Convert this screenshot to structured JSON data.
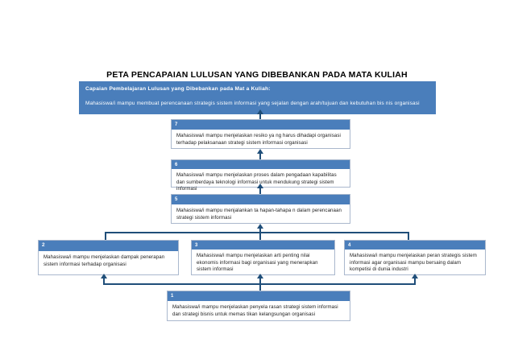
{
  "page": {
    "title": "PETA PENCAPAIAN LULUSAN YANG DIBEBANKAN PADA MATA KULIAH"
  },
  "banner": {
    "heading": "Capaian  Pembelajaran  Lulusan  yang  Dibebankan  pada  Mat a  Kuliah:",
    "description": "Mahasiswa/i  mampu  membuat  perencanaan strategis sistem  informasi  yang sejalan dengan arah/tujuan  dan  kebutuhan  bis nis  organisasi"
  },
  "colors": {
    "node_header": "#4a7ebb",
    "connector": "#1f4e79",
    "node_border": "#aab8cd",
    "node_body": "#ffffff",
    "title_text": "#000000"
  },
  "nodes": [
    {
      "id": "7",
      "number": "7",
      "text": "Mahasiswa/i mampu menjelaskan resiko ya ng harus dihadapi organisasi terhadap pelaksanaan strategi sistem informasi organisasi"
    },
    {
      "id": "6",
      "number": "6",
      "text": "Mahasiswa/i mampu menjelaskan proses dalam pengadaan kapabilitas dan sumberdaya teknologi informasi untuk mendukung strategi sistem informasi"
    },
    {
      "id": "5",
      "number": "5",
      "text": "Mahasiswa/i mampu menjalankan ta hapan-tahapa n dalam perencanaan strategi sistem informasi"
    },
    {
      "id": "2",
      "number": "2",
      "text": "Mahasiswa/i mampu menjelaskan dampak penerapan sistem informasi terhadap organisasi"
    },
    {
      "id": "3",
      "number": "3",
      "text": "Mahasiswa/i mampu menjelaskan arti penting nilai ekonomis informasi bagi organisasi yang menerapkan sistem informasi"
    },
    {
      "id": "4",
      "number": "4",
      "text": "Mahasiswa/i mampu menjelaskan peran strategis sistem informasi agar organisasi mampu bersaing dalam kompetisi di dunia industri"
    },
    {
      "id": "1",
      "number": "1",
      "text": "Mahasiswa/i mampu menjelaskan penyela rasan strategi sistem informasi dan strategi bisnis untuk memas tikan kelangsungan organisasi"
    }
  ]
}
